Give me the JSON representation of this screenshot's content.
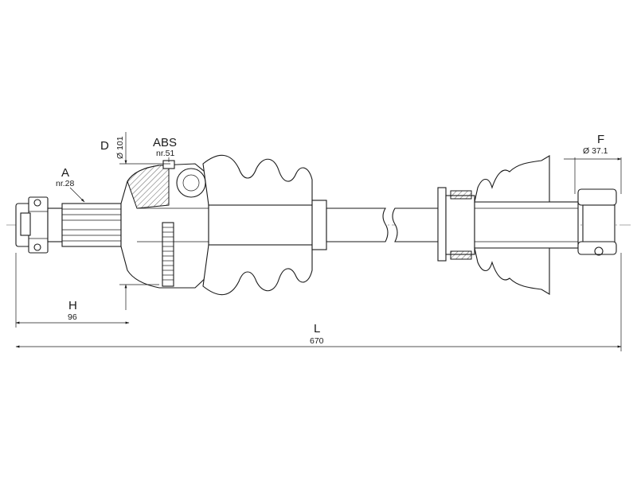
{
  "labels": {
    "a": {
      "letter": "A",
      "note": "nr.28"
    },
    "abs": {
      "letter": "ABS",
      "note": "nr.51"
    },
    "d": {
      "letter": "D",
      "value": "Ø 101"
    },
    "f": {
      "letter": "F",
      "value": "Ø 37.1"
    },
    "h": {
      "letter": "H",
      "value": "96"
    },
    "l": {
      "letter": "L",
      "value": "670"
    }
  }
}
